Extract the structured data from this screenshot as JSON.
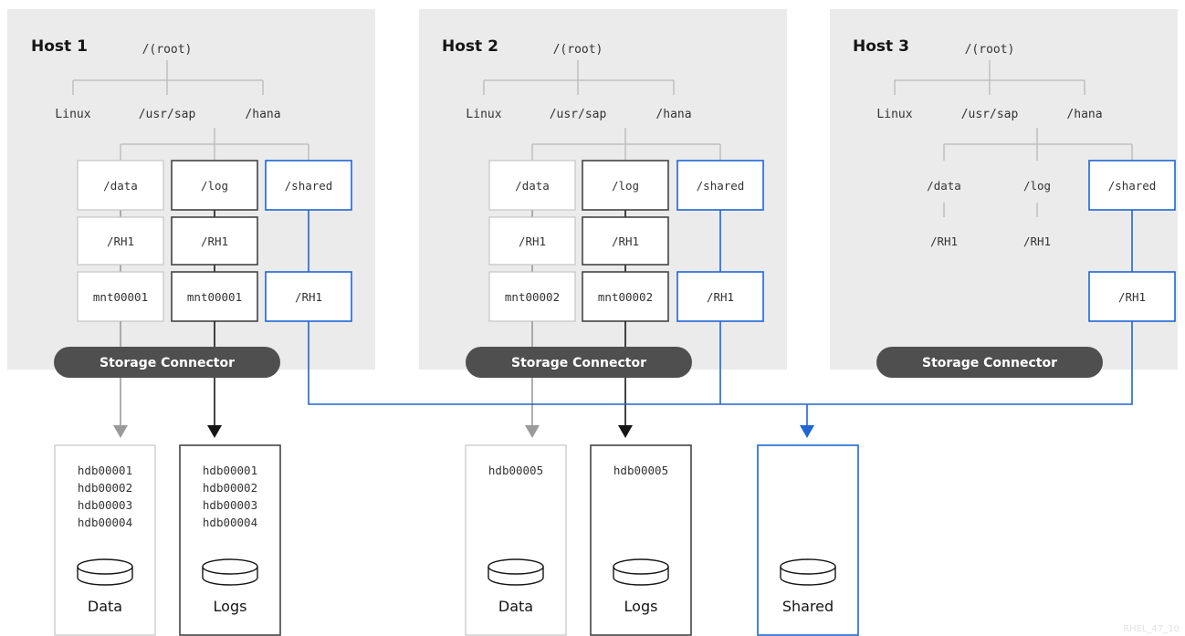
{
  "root_label": "/(root)",
  "storage_connector_label": "Storage Connector",
  "hosts": [
    {
      "title": "Host 1",
      "dirs": [
        "Linux",
        "/usr/sap",
        "/hana"
      ],
      "data_col": [
        "/data",
        "/RH1",
        "mnt00001"
      ],
      "log_col": [
        "/log",
        "/RH1",
        "mnt00001"
      ],
      "shared_col": [
        "/shared",
        "/RH1"
      ]
    },
    {
      "title": "Host 2",
      "dirs": [
        "Linux",
        "/usr/sap",
        "/hana"
      ],
      "data_col": [
        "/data",
        "/RH1",
        "mnt00002"
      ],
      "log_col": [
        "/log",
        "/RH1",
        "mnt00002"
      ],
      "shared_col": [
        "/shared",
        "/RH1"
      ]
    },
    {
      "title": "Host 3",
      "dirs": [
        "Linux",
        "/usr/sap",
        "/hana"
      ],
      "data_col": [
        "/data",
        "/RH1"
      ],
      "log_col": [
        "/log",
        "/RH1"
      ],
      "shared_col": [
        "/shared",
        "/RH1"
      ]
    }
  ],
  "storage": [
    {
      "label": "Data",
      "volumes": [
        "hdb00001",
        "hdb00002",
        "hdb00003",
        "hdb00004"
      ]
    },
    {
      "label": "Logs",
      "volumes": [
        "hdb00001",
        "hdb00002",
        "hdb00003",
        "hdb00004"
      ]
    },
    {
      "label": "Data",
      "volumes": [
        "hdb00005"
      ]
    },
    {
      "label": "Logs",
      "volumes": [
        "hdb00005"
      ]
    },
    {
      "label": "Shared",
      "volumes": []
    }
  ],
  "watermark": "RHEL_47_10",
  "colors": {
    "panel": "#ebebeb",
    "connector": "#4f4f4f",
    "shared_blue": "#1f66d1",
    "data_gray": "#9a9a9a",
    "log_dark": "#151515"
  }
}
